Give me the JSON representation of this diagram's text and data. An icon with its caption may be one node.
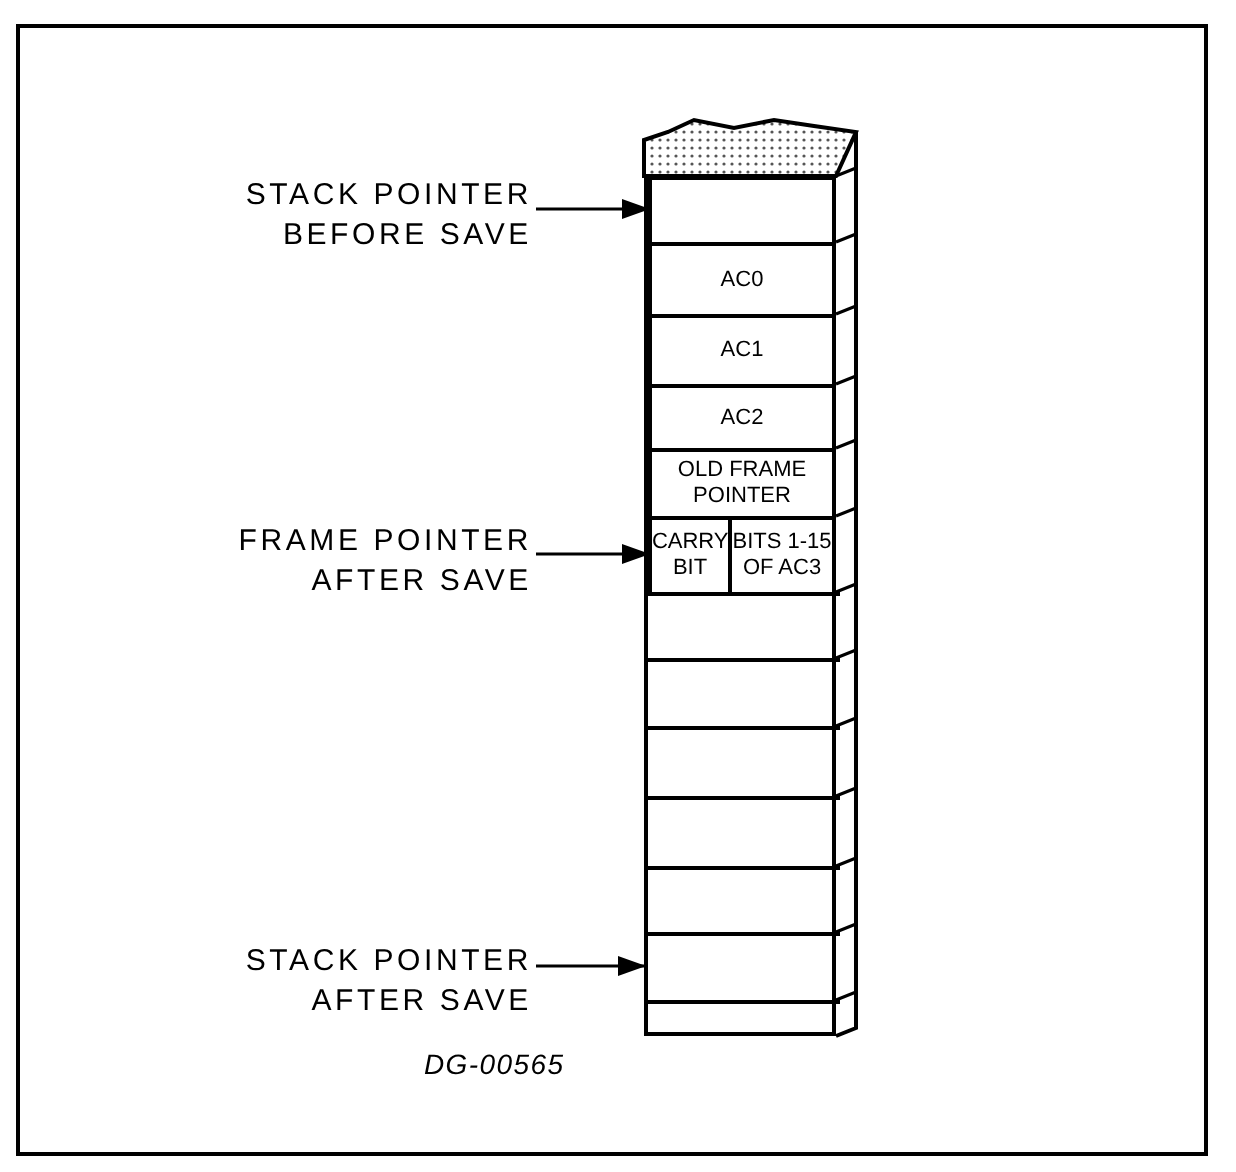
{
  "diagram": {
    "nodes": [
      {
        "text": [],
        "shape": "box"
      },
      {
        "text": [],
        "shape": "box",
        "in": 0
      },
      {
        "text": [
          "AC0"
        ],
        "in": 0
      },
      {
        "text": [
          "AC1"
        ],
        "in": 0
      },
      {
        "text": [
          "AC2"
        ],
        "in": 0
      },
      {
        "text": [
          "OLD FRAME POINTER"
        ],
        "in": 0
      },
      {
        "text": [
          "CARRY BIT"
        ],
        "in": 0
      },
      {
        "text": [
          "BITS 1-15 OF AC3"
        ],
        "in": 0
      },
      {
        "text": [],
        "shape": "box",
        "in": 0
      },
      {
        "text": [],
        "shape": "box",
        "in": 0
      },
      {
        "text": [],
        "shape": "box",
        "in": 0
      },
      {
        "text": [],
        "shape": "box",
        "in": 0
      },
      {
        "text": [],
        "shape": "box",
        "in": 0
      },
      {
        "text": [],
        "shape": "box",
        "in": 0
      },
      {
        "text": [],
        "shape": "box",
        "in": 0
      },
      {
        "text": [
          "STACK POINTER BEFORE SAVE"
        ]
      },
      {
        "text": [
          "FRAME POINTER AFTER SAVE"
        ]
      },
      {
        "text": [
          "STACK POINTER AFTER SAVE"
        ]
      }
    ],
    "edges": [
      {
        "from": 15,
        "to": 1,
        "arrow": "to"
      },
      {
        "from": 16,
        "to": 6,
        "arrow": "to"
      },
      {
        "from": 17,
        "to": 13,
        "arrow": "to"
      }
    ],
    "labels": [
      "DG-00565"
    ]
  }
}
